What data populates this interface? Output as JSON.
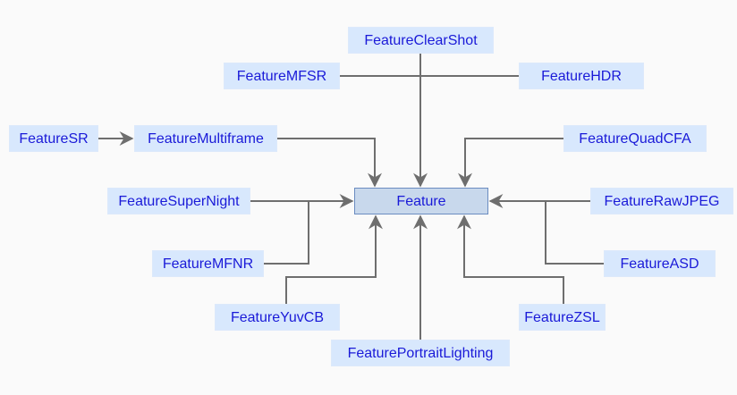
{
  "diagram": {
    "center": {
      "id": "feature",
      "label": "Feature"
    },
    "nodes": [
      {
        "id": "clearshot",
        "label": "FeatureClearShot"
      },
      {
        "id": "mfsr",
        "label": "FeatureMFSR"
      },
      {
        "id": "hdr",
        "label": "FeatureHDR"
      },
      {
        "id": "sr",
        "label": "FeatureSR"
      },
      {
        "id": "multiframe",
        "label": "FeatureMultiframe"
      },
      {
        "id": "quadcfa",
        "label": "FeatureQuadCFA"
      },
      {
        "id": "supernight",
        "label": "FeatureSuperNight"
      },
      {
        "id": "rawjpeg",
        "label": "FeatureRawJPEG"
      },
      {
        "id": "mfnr",
        "label": "FeatureMFNR"
      },
      {
        "id": "asd",
        "label": "FeatureASD"
      },
      {
        "id": "yuvcb",
        "label": "FeatureYuvCB"
      },
      {
        "id": "zsl",
        "label": "FeatureZSL"
      },
      {
        "id": "portraitlighting",
        "label": "FeaturePortraitLighting"
      }
    ],
    "edges": [
      {
        "from": "sr",
        "to": "multiframe"
      },
      {
        "from": "clearshot",
        "to": "feature"
      },
      {
        "from": "mfsr",
        "to": "feature"
      },
      {
        "from": "hdr",
        "to": "feature"
      },
      {
        "from": "multiframe",
        "to": "feature"
      },
      {
        "from": "quadcfa",
        "to": "feature"
      },
      {
        "from": "supernight",
        "to": "feature"
      },
      {
        "from": "mfnr",
        "to": "feature"
      },
      {
        "from": "rawjpeg",
        "to": "feature"
      },
      {
        "from": "asd",
        "to": "feature"
      },
      {
        "from": "yuvcb",
        "to": "feature"
      },
      {
        "from": "zsl",
        "to": "feature"
      },
      {
        "from": "portraitlighting",
        "to": "feature"
      }
    ],
    "colors": {
      "background": "#fafafa",
      "node_fill": "#d8e8fd",
      "center_fill": "#c8d8ec",
      "center_border": "#6b8cc0",
      "text": "#1a1ad8",
      "edge": "#6e6e6e"
    }
  }
}
